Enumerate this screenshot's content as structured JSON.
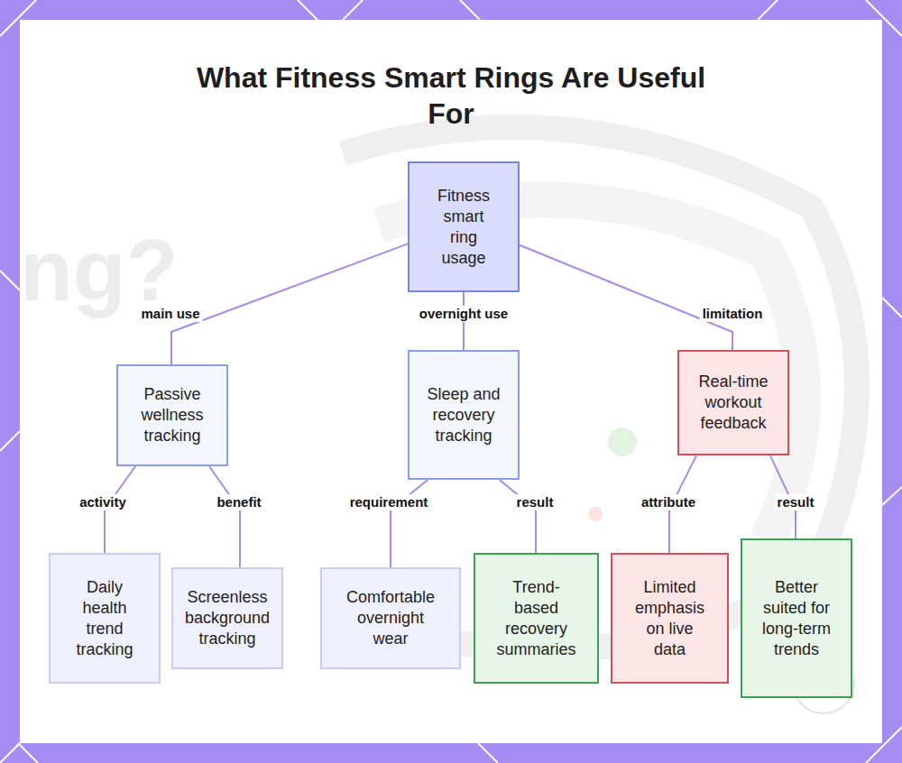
{
  "diagram": {
    "title": "What Fitness Smart Rings Are Useful For",
    "nodes": [
      {
        "text": [
          "Fitness smart ring usage"
        ]
      },
      {
        "text": [
          "Passive wellness tracking"
        ]
      },
      {
        "text": [
          "Sleep and recovery tracking"
        ]
      },
      {
        "text": [
          "Real-time workout feedback"
        ]
      },
      {
        "text": [
          "Daily health trend tracking"
        ]
      },
      {
        "text": [
          "Screenless background tracking"
        ]
      },
      {
        "text": [
          "Comfortable overnight wear"
        ]
      },
      {
        "text": [
          "Trend-based recovery summaries"
        ]
      },
      {
        "text": [
          "Limited emphasis on live data"
        ]
      },
      {
        "text": [
          "Better suited for long-term trends"
        ]
      }
    ],
    "edges": [
      {
        "from": 0,
        "to": 1,
        "label": "main use",
        "arrow": "none"
      },
      {
        "from": 0,
        "to": 2,
        "label": "overnight use",
        "arrow": "none"
      },
      {
        "from": 0,
        "to": 3,
        "label": "limitation",
        "arrow": "none"
      },
      {
        "from": 1,
        "to": 4,
        "label": "activity",
        "arrow": "none"
      },
      {
        "from": 1,
        "to": 5,
        "label": "benefit",
        "arrow": "none"
      },
      {
        "from": 2,
        "to": 6,
        "label": "requirement",
        "arrow": "none"
      },
      {
        "from": 2,
        "to": 7,
        "label": "result",
        "arrow": "none"
      },
      {
        "from": 3,
        "to": 8,
        "label": "attribute",
        "arrow": "none"
      },
      {
        "from": 3,
        "to": 9,
        "label": "result",
        "arrow": "none"
      }
    ],
    "labels": [
      "ng?"
    ]
  }
}
